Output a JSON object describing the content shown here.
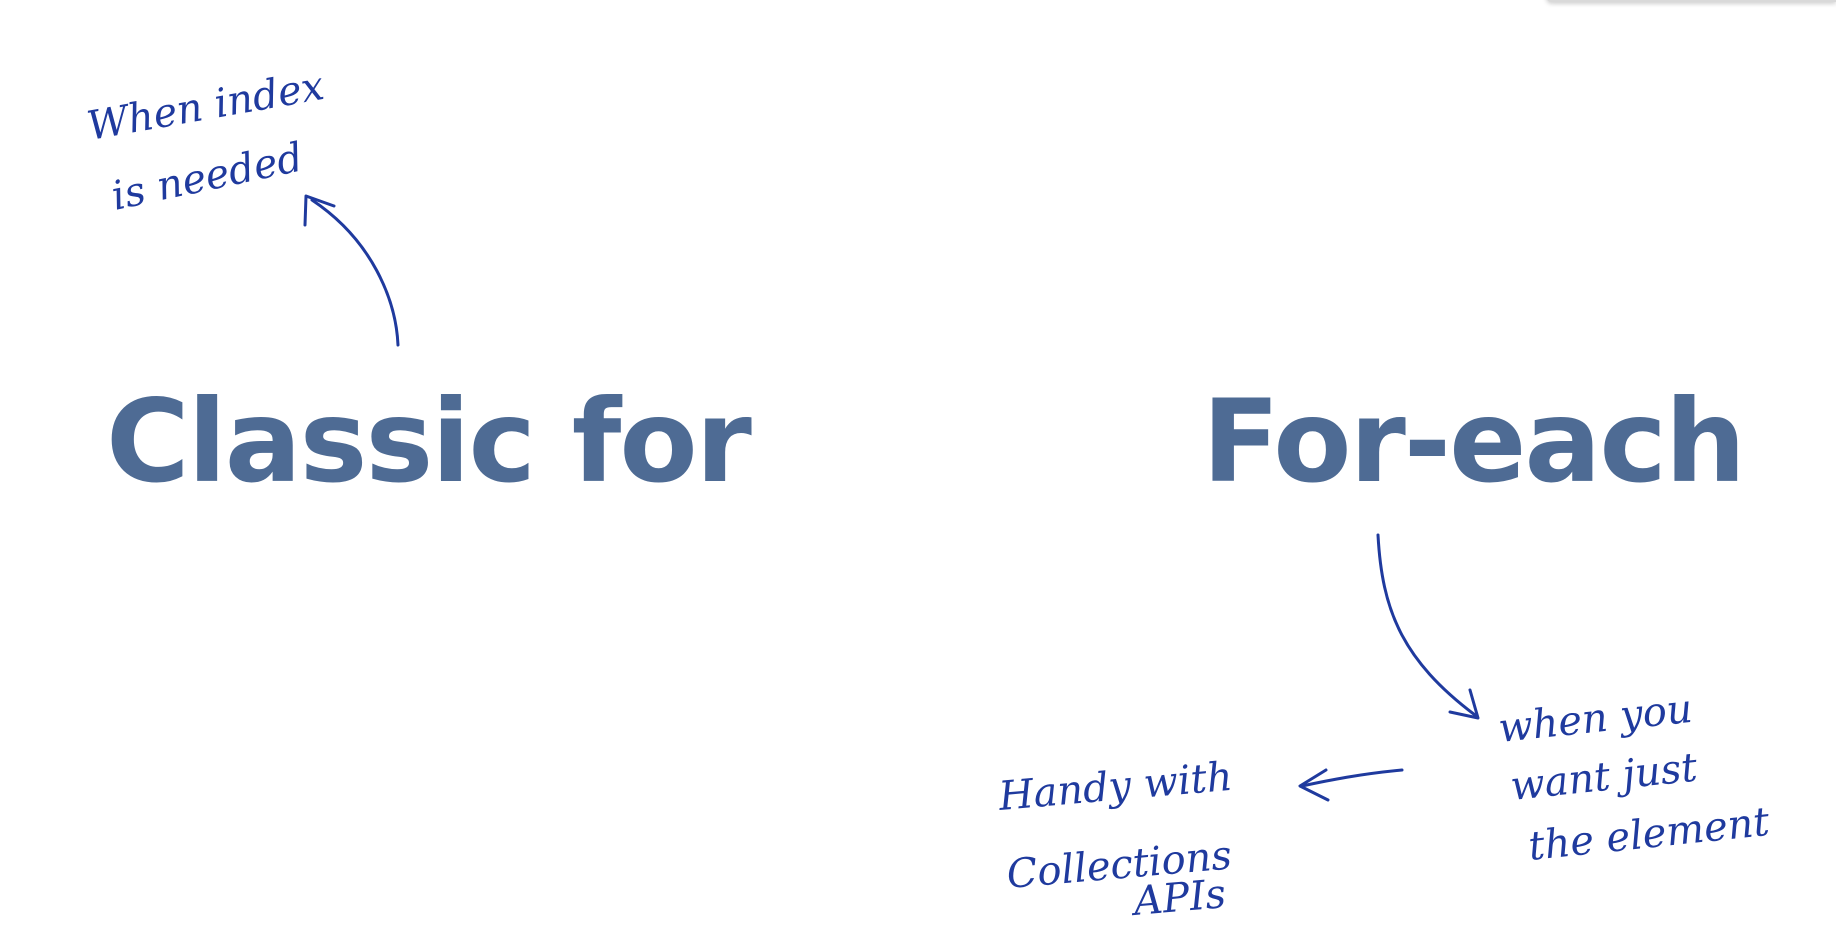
{
  "headings": {
    "classic": "Classic for",
    "foreach": "For-each"
  },
  "notes": {
    "classic_line1": "When index",
    "classic_line2": "is needed",
    "foreach_line1": "when you",
    "foreach_line2": "want just",
    "foreach_line3": "the element",
    "handy_line1": "Handy with",
    "handy_line2": "Collections",
    "handy_line3": "APIs"
  },
  "colors": {
    "heading": "#4e6b94",
    "ink": "#1f3a9e"
  }
}
